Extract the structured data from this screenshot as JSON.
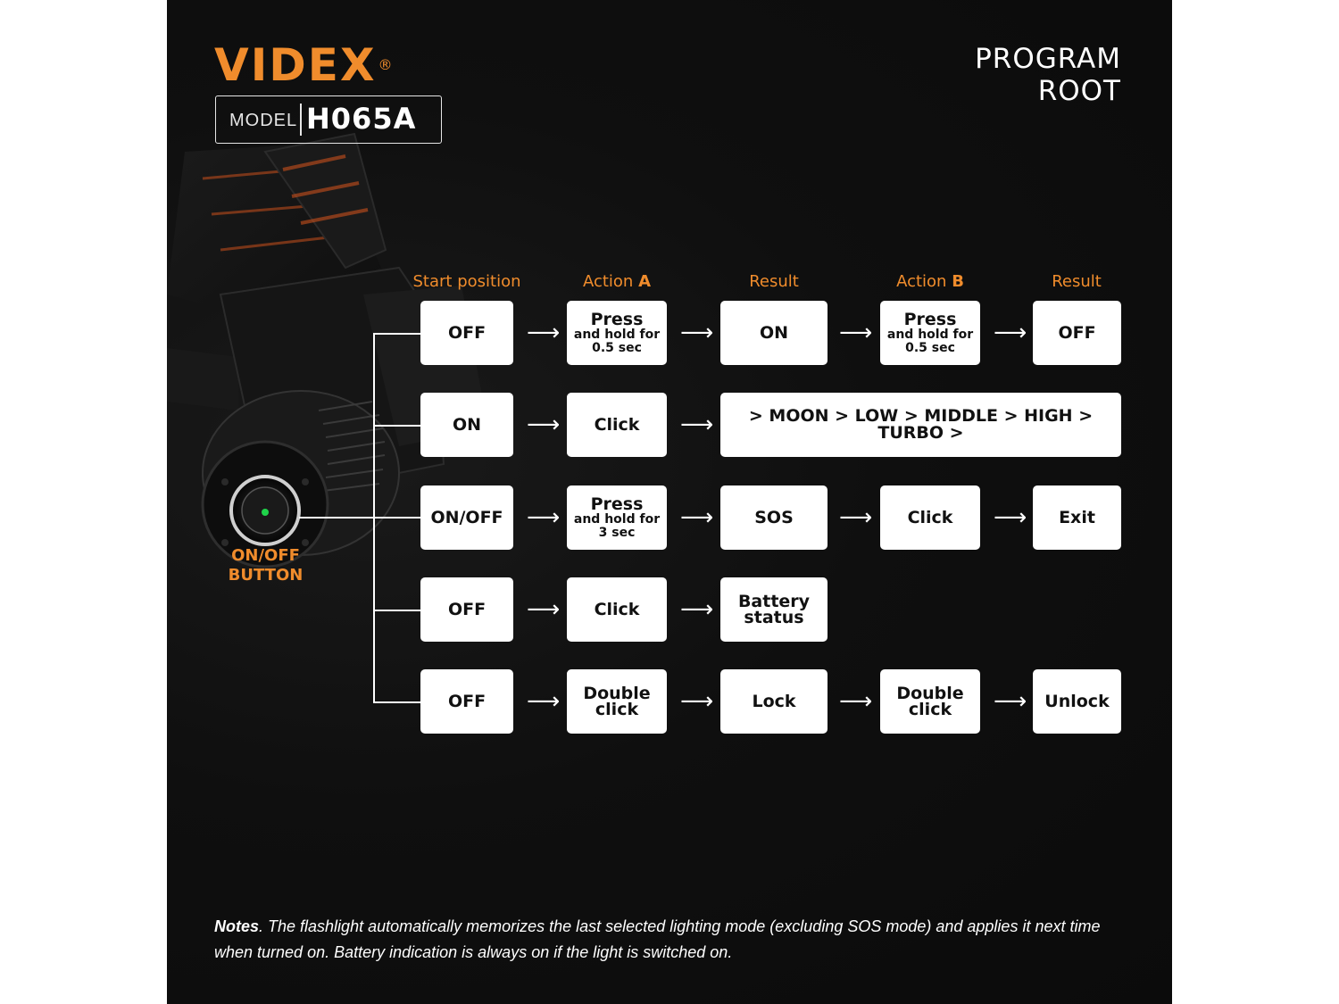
{
  "brand": {
    "name": "VIDEX",
    "registered": "®"
  },
  "model": {
    "label": "MODEL",
    "value": "H065A"
  },
  "page_title": "PROGRAM ROOT",
  "columns": {
    "start": "Start position",
    "action_a_prefix": "Action",
    "action_a_letter": "A",
    "result1": "Result",
    "action_b_prefix": "Action",
    "action_b_letter": "B",
    "result2": "Result"
  },
  "rows": [
    {
      "start": "OFF",
      "action_a": {
        "main": "Press",
        "sub1": "and hold for",
        "sub2": "0.5 sec"
      },
      "result1": "ON",
      "action_b": {
        "main": "Press",
        "sub1": "and hold for",
        "sub2": "0.5 sec"
      },
      "result2": "OFF"
    },
    {
      "start": "ON",
      "action_a": {
        "main": "Click"
      },
      "result_wide": "> MOON > LOW > MIDDLE > HIGH > TURBO >"
    },
    {
      "start": "ON/OFF",
      "action_a": {
        "main": "Press",
        "sub1": "and hold for",
        "sub2": "3 sec"
      },
      "result1": "SOS",
      "action_b": {
        "main": "Click"
      },
      "result2": "Exit"
    },
    {
      "start": "OFF",
      "action_a": {
        "main": "Click"
      },
      "result1": {
        "line1": "Battery",
        "line2": "status"
      }
    },
    {
      "start": "OFF",
      "action_a": {
        "line1": "Double",
        "line2": "click"
      },
      "result1": "Lock",
      "action_b": {
        "line1": "Double",
        "line2": "click"
      },
      "result2": "Unlock"
    }
  ],
  "arrow_glyph": "⟶",
  "button_label": {
    "line1": "ON/OFF",
    "line2": "BUTTON"
  },
  "notes": {
    "label": "Notes",
    "text": ". The flashlight automatically memorizes the last selected lighting mode (excluding SOS mode) and applies it next time when turned on. Battery indication is always on if the light is switched on."
  },
  "colors": {
    "accent": "#f08c2c",
    "background": "#0f0f0f",
    "box": "#ffffff",
    "text_on_box": "#111111"
  }
}
